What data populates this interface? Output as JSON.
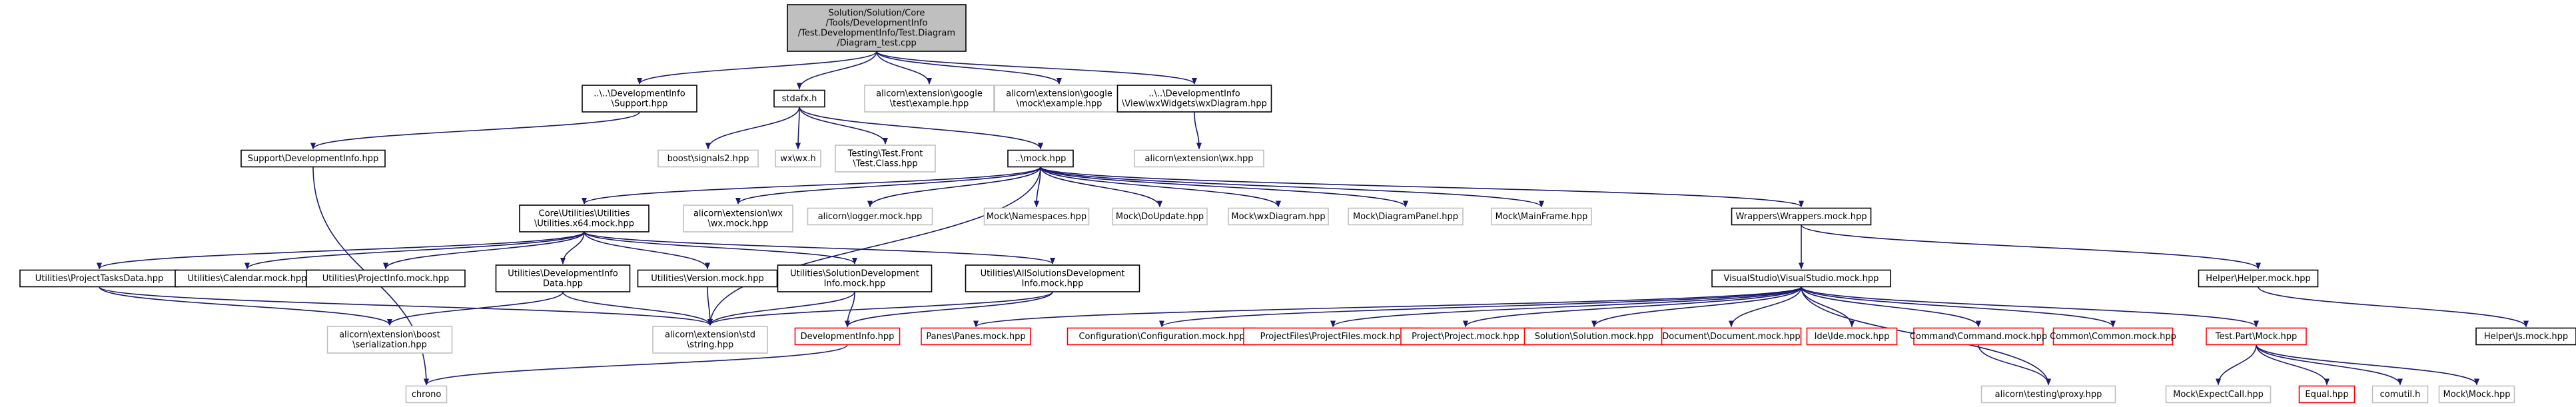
{
  "colors": {
    "edge": "#191970",
    "root_fill": "#bfbfbf",
    "root_stroke": "#000000",
    "documented_stroke": "#000000",
    "undocumented_stroke": "#bfbfbf",
    "missing_stroke": "#ff0000",
    "text": "#000000"
  },
  "nodes": [
    {
      "id": "root",
      "kind": "root",
      "lines": [
        "Solution/Solution/Core",
        "/Tools/DevelopmentInfo",
        "/Test.DevelopmentInfo/Test.Diagram",
        "/Diagram_test.cpp"
      ]
    },
    {
      "id": "dev_support",
      "kind": "documented",
      "lines": [
        "..\\..\\DevelopmentInfo",
        "\\Support.hpp"
      ]
    },
    {
      "id": "stdafx",
      "kind": "documented",
      "lines": [
        "stdafx.h"
      ]
    },
    {
      "id": "gtest_example",
      "kind": "undocumented",
      "lines": [
        "alicorn\\extension\\google",
        "\\test\\example.hpp"
      ]
    },
    {
      "id": "gmock_example",
      "kind": "undocumented",
      "lines": [
        "alicorn\\extension\\google",
        "\\mock\\example.hpp"
      ]
    },
    {
      "id": "wxdiagram",
      "kind": "documented",
      "lines": [
        "..\\..\\DevelopmentInfo",
        "\\View\\wxWidgets\\wxDiagram.hpp"
      ]
    },
    {
      "id": "support_devinfo",
      "kind": "documented",
      "lines": [
        "Support\\DevelopmentInfo.hpp"
      ]
    },
    {
      "id": "boost_signals",
      "kind": "undocumented",
      "lines": [
        "boost\\signals2.hpp"
      ]
    },
    {
      "id": "wxwx",
      "kind": "undocumented",
      "lines": [
        "wx\\wx.h"
      ]
    },
    {
      "id": "test_class",
      "kind": "undocumented",
      "lines": [
        "Testing\\Test.Front",
        "\\Test.Class.hpp"
      ]
    },
    {
      "id": "mock",
      "kind": "documented",
      "lines": [
        "..\\mock.hpp"
      ]
    },
    {
      "id": "alicorn_wx",
      "kind": "undocumented",
      "lines": [
        "alicorn\\extension\\wx.hpp"
      ]
    },
    {
      "id": "utilities_x64",
      "kind": "documented",
      "lines": [
        "Core\\Utilities\\Utilities",
        "\\Utilities.x64.mock.hpp"
      ]
    },
    {
      "id": "alicorn_wx_mock",
      "kind": "undocumented",
      "lines": [
        "alicorn\\extension\\wx",
        "\\wx.mock.hpp"
      ]
    },
    {
      "id": "logger_mock",
      "kind": "undocumented",
      "lines": [
        "alicorn\\logger.mock.hpp"
      ]
    },
    {
      "id": "mock_namespaces",
      "kind": "undocumented",
      "lines": [
        "Mock\\Namespaces.hpp"
      ]
    },
    {
      "id": "mock_doupdate",
      "kind": "undocumented",
      "lines": [
        "Mock\\DoUpdate.hpp"
      ]
    },
    {
      "id": "mock_wxdiagram",
      "kind": "undocumented",
      "lines": [
        "Mock\\wxDiagram.hpp"
      ]
    },
    {
      "id": "mock_diagrampanel",
      "kind": "undocumented",
      "lines": [
        "Mock\\DiagramPanel.hpp"
      ]
    },
    {
      "id": "mock_mainframe",
      "kind": "undocumented",
      "lines": [
        "Mock\\MainFrame.hpp"
      ]
    },
    {
      "id": "wrappers_mock",
      "kind": "documented",
      "lines": [
        "Wrappers\\Wrappers.mock.hpp"
      ]
    },
    {
      "id": "util_projecttasks",
      "kind": "documented",
      "lines": [
        "Utilities\\ProjectTasksData.hpp"
      ]
    },
    {
      "id": "util_calendar",
      "kind": "documented",
      "lines": [
        "Utilities\\Calendar.mock.hpp"
      ]
    },
    {
      "id": "util_projectinfo",
      "kind": "documented",
      "lines": [
        "Utilities\\ProjectInfo.mock.hpp"
      ]
    },
    {
      "id": "util_devinfodata",
      "kind": "documented",
      "lines": [
        "Utilities\\DevelopmentInfo",
        "Data.hpp"
      ]
    },
    {
      "id": "util_version",
      "kind": "documented",
      "lines": [
        "Utilities\\Version.mock.hpp"
      ]
    },
    {
      "id": "util_solutiondev",
      "kind": "documented",
      "lines": [
        "Utilities\\SolutionDevelopment",
        "Info.mock.hpp"
      ]
    },
    {
      "id": "util_allsolutions",
      "kind": "documented",
      "lines": [
        "Utilities\\AllSolutionsDevelopment",
        "Info.mock.hpp"
      ]
    },
    {
      "id": "vs_mock",
      "kind": "documented",
      "lines": [
        "VisualStudio\\VisualStudio.mock.hpp"
      ]
    },
    {
      "id": "helper_mock",
      "kind": "documented",
      "lines": [
        "Helper\\Helper.mock.hpp"
      ]
    },
    {
      "id": "boost_serialization",
      "kind": "undocumented",
      "lines": [
        "alicorn\\extension\\boost",
        "\\serialization.hpp"
      ]
    },
    {
      "id": "std_string",
      "kind": "undocumented",
      "lines": [
        "alicorn\\extension\\std",
        "\\string.hpp"
      ]
    },
    {
      "id": "devinfo_hpp",
      "kind": "missing",
      "lines": [
        "DevelopmentInfo.hpp"
      ]
    },
    {
      "id": "panes_mock",
      "kind": "missing",
      "lines": [
        "Panes\\Panes.mock.hpp"
      ]
    },
    {
      "id": "config_mock",
      "kind": "missing",
      "lines": [
        "Configuration\\Configuration.mock.hpp"
      ]
    },
    {
      "id": "projectfiles_mock",
      "kind": "missing",
      "lines": [
        "ProjectFiles\\ProjectFiles.mock.hpp"
      ]
    },
    {
      "id": "project_mock",
      "kind": "missing",
      "lines": [
        "Project\\Project.mock.hpp"
      ]
    },
    {
      "id": "solution_mock",
      "kind": "missing",
      "lines": [
        "Solution\\Solution.mock.hpp"
      ]
    },
    {
      "id": "document_mock",
      "kind": "missing",
      "lines": [
        "Document\\Document.mock.hpp"
      ]
    },
    {
      "id": "ide_mock",
      "kind": "missing",
      "lines": [
        "Ide\\Ide.mock.hpp"
      ]
    },
    {
      "id": "command_mock",
      "kind": "missing",
      "lines": [
        "Command\\Command.mock.hpp"
      ]
    },
    {
      "id": "common_mock",
      "kind": "missing",
      "lines": [
        "Common\\Common.mock.hpp"
      ]
    },
    {
      "id": "testpart_mock",
      "kind": "missing",
      "lines": [
        "Test.Part\\Mock.hpp"
      ]
    },
    {
      "id": "helper_js",
      "kind": "documented",
      "lines": [
        "Helper\\Js.mock.hpp"
      ]
    },
    {
      "id": "chrono",
      "kind": "undocumented",
      "lines": [
        "chrono"
      ]
    },
    {
      "id": "testing_proxy",
      "kind": "undocumented",
      "lines": [
        "alicorn\\testing\\proxy.hpp"
      ]
    },
    {
      "id": "mock_expectcall",
      "kind": "undocumented",
      "lines": [
        "Mock\\ExpectCall.hpp"
      ]
    },
    {
      "id": "equal_hpp",
      "kind": "missing",
      "lines": [
        "Equal.hpp"
      ]
    },
    {
      "id": "comutil",
      "kind": "undocumented",
      "lines": [
        "comutil.h"
      ]
    },
    {
      "id": "mock_mock",
      "kind": "undocumented",
      "lines": [
        "Mock\\Mock.hpp"
      ]
    }
  ],
  "edges": [
    [
      "root",
      "dev_support"
    ],
    [
      "root",
      "stdafx"
    ],
    [
      "root",
      "gtest_example"
    ],
    [
      "root",
      "gmock_example"
    ],
    [
      "root",
      "wxdiagram"
    ],
    [
      "dev_support",
      "support_devinfo"
    ],
    [
      "support_devinfo",
      "chrono"
    ],
    [
      "stdafx",
      "boost_signals"
    ],
    [
      "stdafx",
      "wxwx"
    ],
    [
      "stdafx",
      "test_class"
    ],
    [
      "stdafx",
      "mock"
    ],
    [
      "wxdiagram",
      "alicorn_wx"
    ],
    [
      "mock",
      "utilities_x64"
    ],
    [
      "mock",
      "alicorn_wx_mock"
    ],
    [
      "mock",
      "logger_mock"
    ],
    [
      "mock",
      "mock_namespaces"
    ],
    [
      "mock",
      "mock_doupdate"
    ],
    [
      "mock",
      "mock_wxdiagram"
    ],
    [
      "mock",
      "mock_diagrampanel"
    ],
    [
      "mock",
      "mock_mainframe"
    ],
    [
      "mock",
      "wrappers_mock"
    ],
    [
      "mock",
      "std_string"
    ],
    [
      "utilities_x64",
      "util_projecttasks"
    ],
    [
      "utilities_x64",
      "util_calendar"
    ],
    [
      "utilities_x64",
      "util_projectinfo"
    ],
    [
      "utilities_x64",
      "util_devinfodata"
    ],
    [
      "utilities_x64",
      "util_version"
    ],
    [
      "utilities_x64",
      "util_solutiondev"
    ],
    [
      "utilities_x64",
      "util_allsolutions"
    ],
    [
      "util_projecttasks",
      "boost_serialization"
    ],
    [
      "util_projecttasks",
      "std_string"
    ],
    [
      "util_devinfodata",
      "boost_serialization"
    ],
    [
      "util_devinfodata",
      "std_string"
    ],
    [
      "util_version",
      "std_string"
    ],
    [
      "util_solutiondev",
      "std_string"
    ],
    [
      "util_solutiondev",
      "devinfo_hpp"
    ],
    [
      "util_allsolutions",
      "std_string"
    ],
    [
      "util_allsolutions",
      "devinfo_hpp"
    ],
    [
      "devinfo_hpp",
      "chrono"
    ],
    [
      "wrappers_mock",
      "vs_mock"
    ],
    [
      "wrappers_mock",
      "helper_mock"
    ],
    [
      "vs_mock",
      "panes_mock"
    ],
    [
      "vs_mock",
      "config_mock"
    ],
    [
      "vs_mock",
      "projectfiles_mock"
    ],
    [
      "vs_mock",
      "project_mock"
    ],
    [
      "vs_mock",
      "solution_mock"
    ],
    [
      "vs_mock",
      "document_mock"
    ],
    [
      "vs_mock",
      "ide_mock"
    ],
    [
      "vs_mock",
      "command_mock"
    ],
    [
      "vs_mock",
      "common_mock"
    ],
    [
      "vs_mock",
      "testpart_mock"
    ],
    [
      "vs_mock",
      "testing_proxy"
    ],
    [
      "command_mock",
      "testing_proxy"
    ],
    [
      "helper_mock",
      "helper_js"
    ],
    [
      "testpart_mock",
      "mock_expectcall"
    ],
    [
      "testpart_mock",
      "equal_hpp"
    ],
    [
      "testpart_mock",
      "comutil"
    ],
    [
      "testpart_mock",
      "mock_mock"
    ]
  ]
}
